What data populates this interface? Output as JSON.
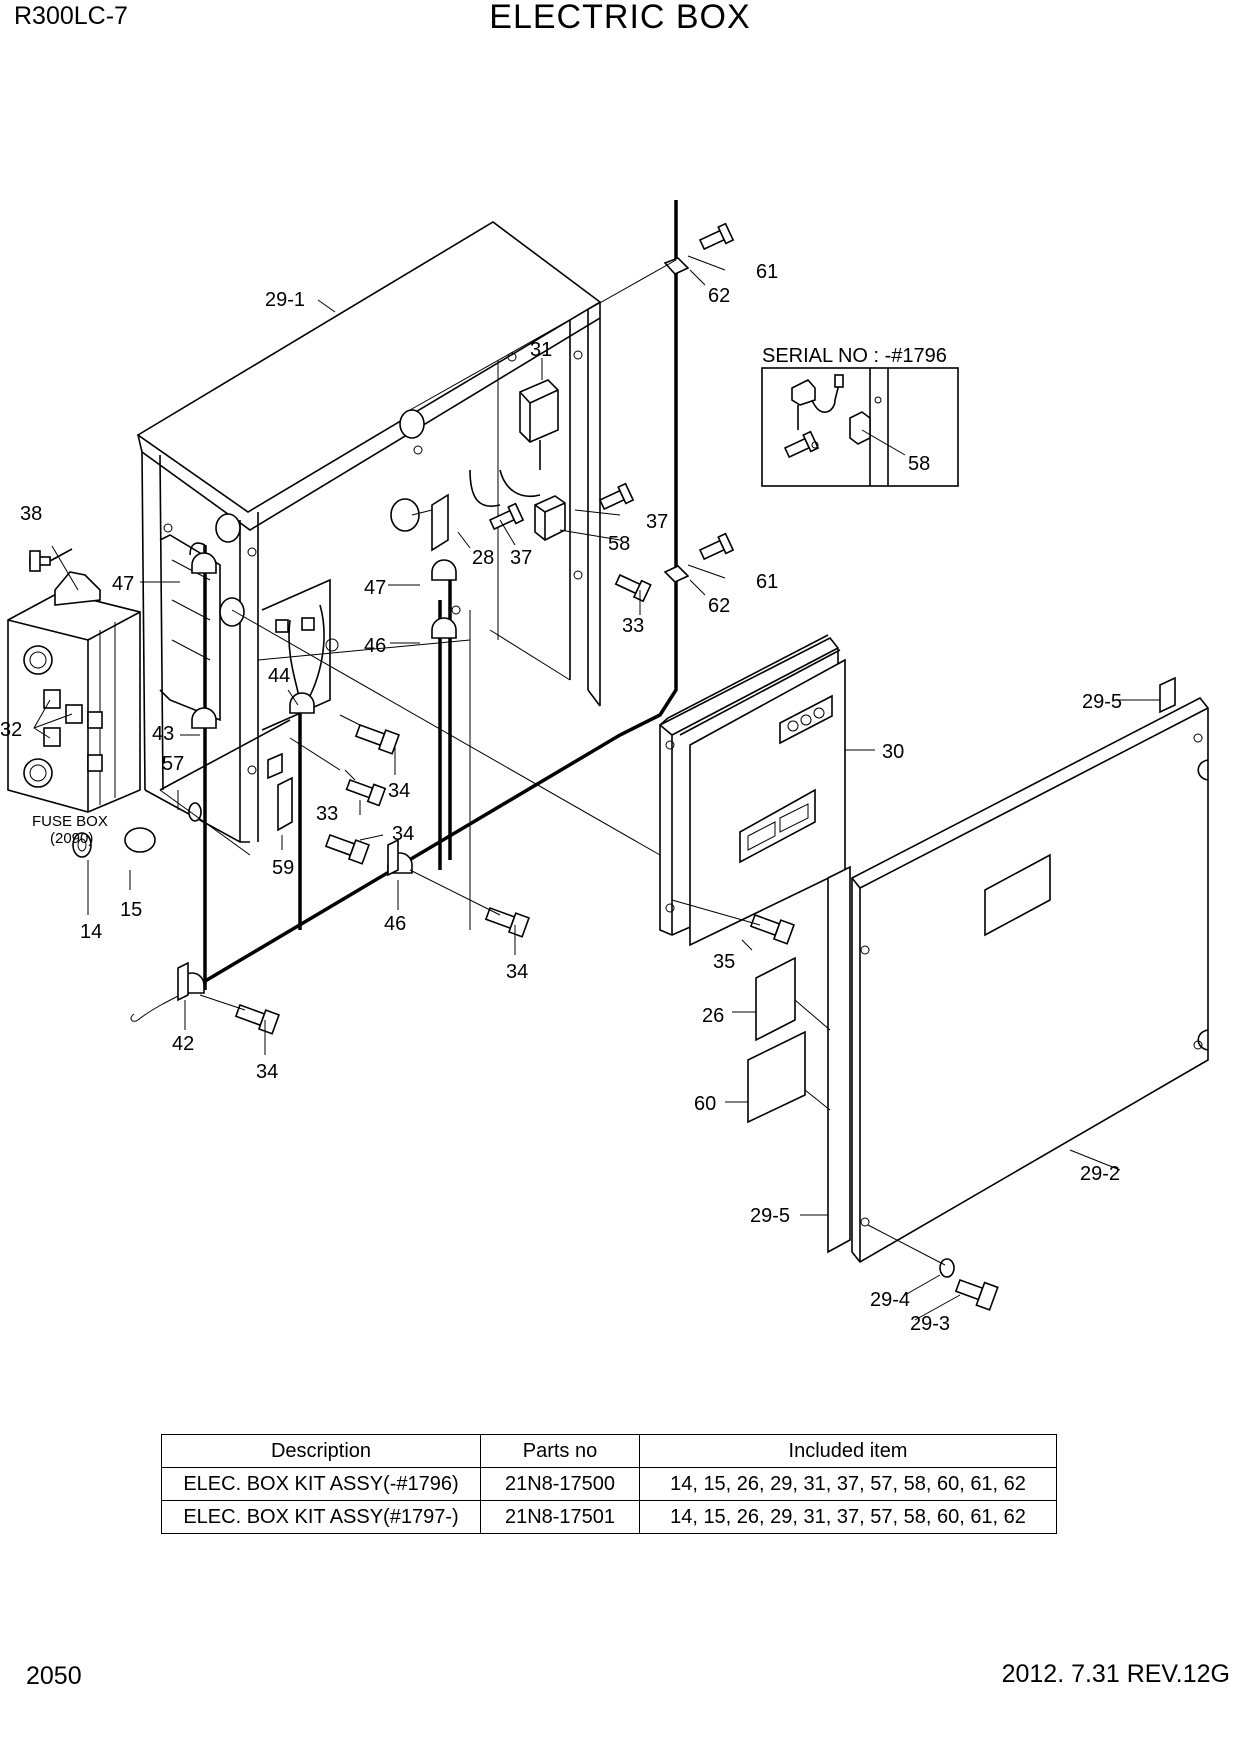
{
  "header": {
    "model": "R300LC-7",
    "title": "ELECTRIC BOX"
  },
  "footer": {
    "page": "2050",
    "revision": "2012. 7.31  REV.12G"
  },
  "inset": {
    "caption": "SERIAL NO : -#1796",
    "label": "58"
  },
  "fuse_box": {
    "line1": "FUSE BOX",
    "line2": "(2090)"
  },
  "callouts": {
    "c29_1": "29-1",
    "c31": "31",
    "c61a": "61",
    "c62a": "62",
    "c61b": "61",
    "c62b": "62",
    "c38": "38",
    "c47a": "47",
    "c47b": "47",
    "c28": "28",
    "c37a": "37",
    "c37b": "37",
    "c58": "58",
    "c33a": "33",
    "c33b": "33",
    "c46a": "46",
    "c46b": "46",
    "c44": "44",
    "c32": "32",
    "c43": "43",
    "c57": "57",
    "c34a": "34",
    "c34b": "34",
    "c34c": "34",
    "c34d": "34",
    "c59": "59",
    "c14": "14",
    "c15": "15",
    "c42": "42",
    "c30": "30",
    "c29_5a": "29-5",
    "c29_5b": "29-5",
    "c35": "35",
    "c26": "26",
    "c60": "60",
    "c29_2": "29-2",
    "c29_4": "29-4",
    "c29_3": "29-3"
  },
  "parts_table": {
    "headers": [
      "Description",
      "Parts no",
      "Included item"
    ],
    "rows": [
      {
        "description": "ELEC. BOX KIT ASSY(-#1796)",
        "parts_no": "21N8-17500",
        "included": "14, 15, 26, 29, 31, 37, 57, 58, 60, 61, 62"
      },
      {
        "description": "ELEC. BOX KIT ASSY(#1797-)",
        "parts_no": "21N8-17501",
        "included": "14, 15, 26, 29, 31, 37, 57, 58, 60, 61, 62"
      }
    ]
  }
}
